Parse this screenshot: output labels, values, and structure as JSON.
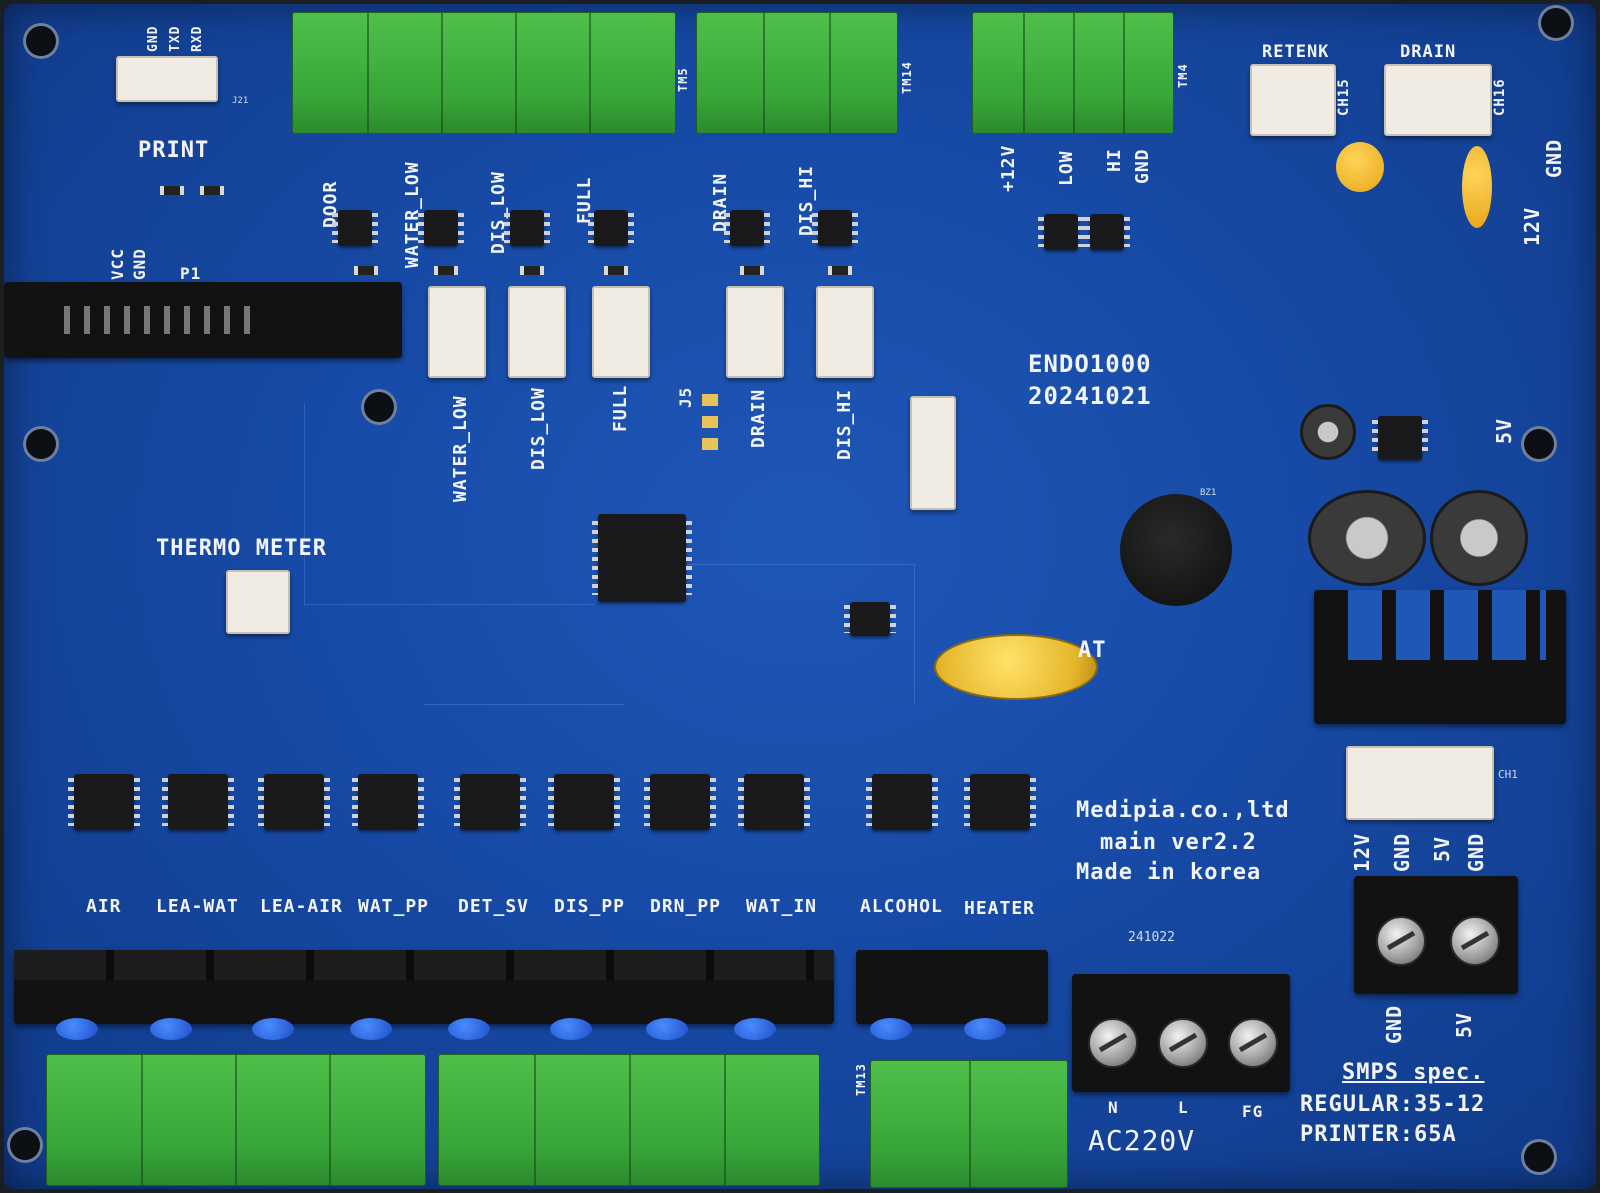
{
  "board_labels": {
    "print": "PRINT",
    "j21": "J21",
    "uart_pins": [
      "GND",
      "TXD",
      "RXD"
    ],
    "p1": "P1",
    "vcc": "VCC",
    "gnd": "GND",
    "thermo_meter": "THERMO METER",
    "tm5": "TM5",
    "tm14": "TM14",
    "tm4": "TM4",
    "tm13": "TM13",
    "retenk": "RETENK",
    "drain_header": "DRAIN",
    "ch15": "CH15",
    "ch16": "CH16",
    "ch1": "CH1",
    "j5": "J5",
    "bz1": "BZ1",
    "bat": "AT",
    "model": "ENDO1000",
    "date": "20241021",
    "sensor_top": [
      "DOOR",
      "WATER_LOW",
      "DIS_LOW",
      "FULL",
      "DRAIN",
      "DIS_HI"
    ],
    "level_pins": [
      "+12V",
      "LOW",
      "HI",
      "GND"
    ],
    "sensor_connectors": [
      "WATER_LOW",
      "DIS_LOW",
      "FULL",
      "DRAIN",
      "DIS_HI"
    ],
    "rail_12v": "12V",
    "rail_gnd": "GND",
    "rail_5v": "5V",
    "company": "Medipia.co.,ltd",
    "version": "main  ver2.2",
    "made_in": "Made  in  korea",
    "outputs": [
      "AIR",
      "LEA-WAT",
      "LEA-AIR",
      "WAT_PP",
      "DET_SV",
      "DIS_PP",
      "DRN_PP",
      "WAT_IN",
      "ALCOHOL",
      "HEATER"
    ],
    "power_out": [
      "12V",
      "GND",
      "5V",
      "GND"
    ],
    "smps_terms": [
      "GND",
      "5V"
    ],
    "ac_terms": [
      "N",
      "L",
      "FG"
    ],
    "ac": "AC220V",
    "smps_title": "SMPS  spec.",
    "smps_regular": "REGULAR:35-12",
    "smps_printer": "PRINTER:65A",
    "cert_code": "241022"
  }
}
